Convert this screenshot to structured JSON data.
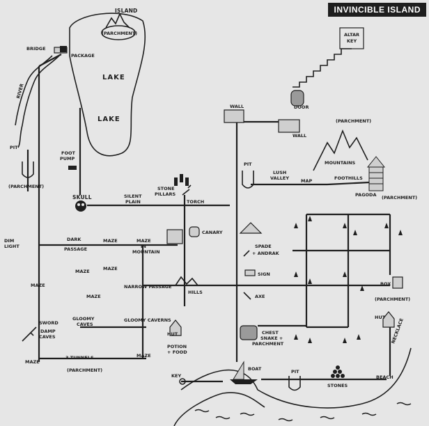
{
  "title": "INVINCIBLE ISLAND",
  "labels": {
    "island": "ISLAND",
    "parchment_island": "(PARCHMENT)",
    "bridge": "BRIDGE",
    "package": "PACKAGE",
    "river": "RIVER",
    "lake1": "LAKE",
    "lake2": "LAKE",
    "altar_key_1": "ALTAR",
    "altar_key_2": "KEY",
    "wall_top": "WALL",
    "door": "DOOR",
    "wall_right": "WALL",
    "parchment_mountains": "(PARCHMENT)",
    "mountains": "MOUNTAINS",
    "foothills": "FOOTHILLS",
    "pagoda": "PAGODA",
    "parchment_pagoda": "(PARCHMENT)",
    "pit_left": "PIT",
    "parchment_pit": "(PARCHMENT)",
    "foot_pump_1": "FOOT",
    "foot_pump_2": "PUMP",
    "skull": "SKULL",
    "silent_plain_1": "SILENT",
    "silent_plain_2": "PLAIN",
    "stone_pillars_1": "STONE",
    "stone_pillars_2": "PILLARS",
    "torch": "TORCH",
    "pit_mid": "PIT",
    "lush_valley_1": "LUSH",
    "lush_valley_2": "VALLEY",
    "map": "MAP",
    "dim_light_1": "DIM",
    "dim_light_2": "LIGHT",
    "dark_passage_1": "DARK",
    "dark_passage_2": "PASSAGE",
    "maze_a": "MAZE",
    "maze_in_mountain_1": "MAZE",
    "maze_in_mountain_2": "IN",
    "maze_in_mountain_3": "MOUNTAIN",
    "canary": "CANARY",
    "spade": "SPADE",
    "andrak": "+ ANDRAK",
    "maze_b": "MAZE",
    "maze_c": "MAZE",
    "maze_d": "MAZE",
    "maze_e": "MAZE",
    "narrow_passage": "NARROW PASSAGE",
    "hills": "HILLS",
    "sign": "SIGN",
    "axe": "AXE",
    "box": "BOX",
    "parchment_box": "(PARCHMENT)",
    "sword": "SWORD",
    "damp_caves_1": "DAMP",
    "damp_caves_2": "CAVES",
    "gloomy_caves_1": "GLOOMY",
    "gloomy_caves_2": "CAVES",
    "gloomy_caverns": "GLOOMY CAVERNS",
    "hut_mid": "HUT",
    "potion_food_1": "POTION",
    "potion_food_2": "+ FOOD",
    "chest_1": "CHEST",
    "chest_2": "SNAKE +",
    "chest_3": "PARCHMENT",
    "hut_right": "HUT",
    "necklace": "NECKLACE",
    "maze_f": "MAZE",
    "three_tunnels": "3 TUNNELS",
    "maze_g": "MAZE",
    "parchment_tunnels": "(PARCHMENT)",
    "key": "KEY",
    "boat": "BOAT",
    "pit_bottom": "PIT",
    "stones": "STONES",
    "beach": "BEACH"
  }
}
